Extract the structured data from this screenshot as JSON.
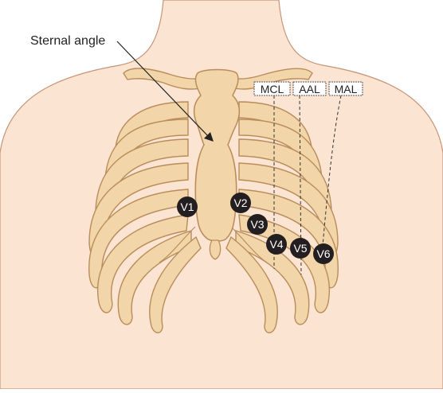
{
  "diagram": {
    "pointer_label": "Sternal angle",
    "reference_lines": [
      {
        "id": "mcl",
        "label": "MCL"
      },
      {
        "id": "aal",
        "label": "AAL"
      },
      {
        "id": "mal",
        "label": "MAL"
      }
    ],
    "electrodes": [
      {
        "id": "v1",
        "label": "V1"
      },
      {
        "id": "v2",
        "label": "V2"
      },
      {
        "id": "v3",
        "label": "V3"
      },
      {
        "id": "v4",
        "label": "V4"
      },
      {
        "id": "v5",
        "label": "V5"
      },
      {
        "id": "v6",
        "label": "V6"
      }
    ],
    "colors": {
      "skin": "#fbe4d2",
      "skin_outline": "#c79479",
      "bone": "#f2d5a8",
      "bone_outline": "#b98d5b",
      "electrode": "#231f20",
      "electrode_text": "#ffffff"
    }
  }
}
